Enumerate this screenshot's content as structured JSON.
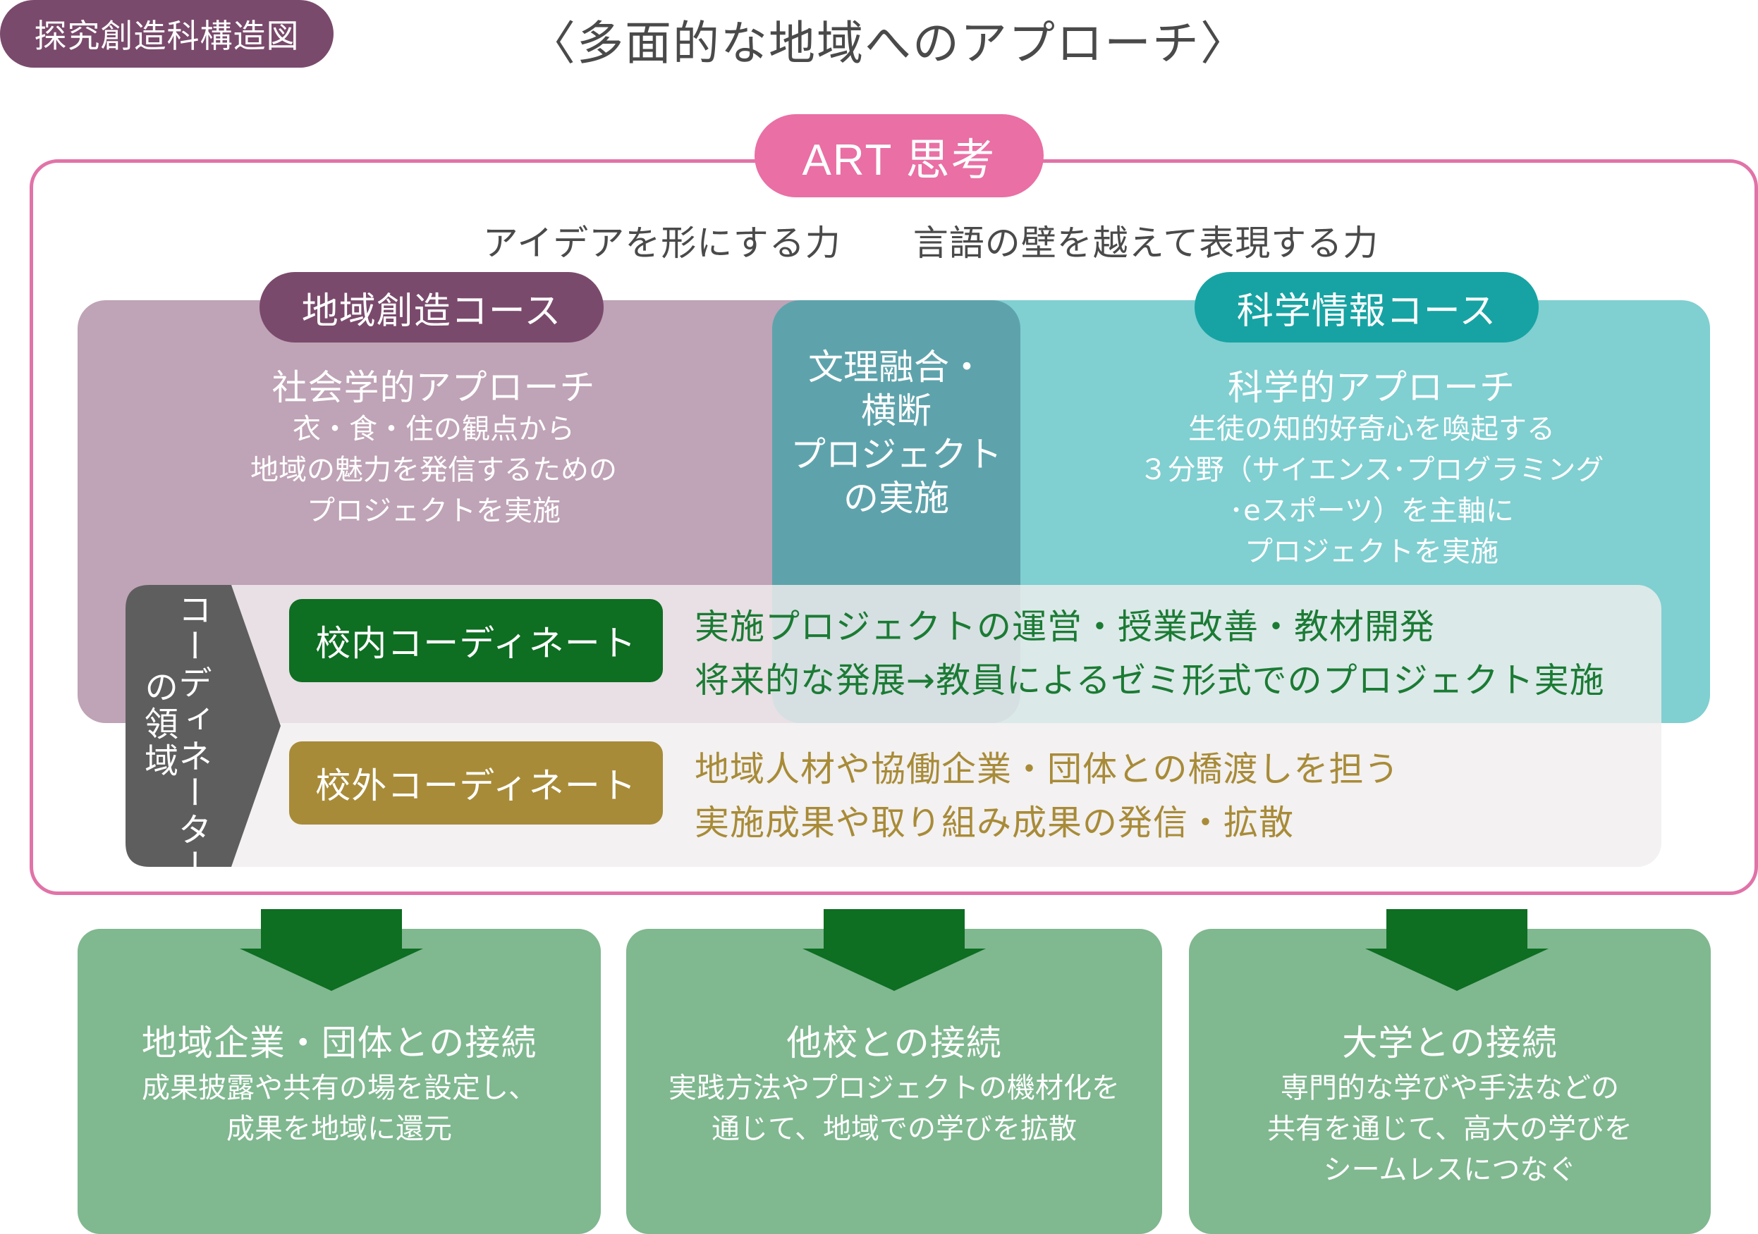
{
  "header": {
    "tag": "探究創造科構造図",
    "title": "〈多面的な地域へのアプローチ〉"
  },
  "art": {
    "badge": "ART 思考",
    "subtitle": "アイデアを形にする力　　言語の壁を越えて表現する力"
  },
  "left_course": {
    "badge": "地域創造コース",
    "heading": "社会学的アプローチ",
    "lines": [
      "衣・食・住の観点から",
      "地域の魅力を発信するための",
      "プロジェクトを実施"
    ]
  },
  "middle": {
    "lines": [
      "文理融合・",
      "横断",
      "プロジェクト",
      "の実施"
    ]
  },
  "right_course": {
    "badge": "科学情報コース",
    "heading": "科学的アプローチ",
    "lines": [
      "生徒の知的好奇心を喚起する",
      "３分野（サイエンス･プログラミング",
      "･eスポーツ）を主軸に",
      "プロジェクトを実施"
    ]
  },
  "coordinator": {
    "label_col1": "コーディネーター",
    "label_col2": "の領域",
    "inner": {
      "label": "校内コーディネート",
      "lines": [
        "実施プロジェクトの運営・授業改善・教材開発",
        "将来的な発展→教員によるゼミ形式でのプロジェクト実施"
      ]
    },
    "outer": {
      "label": "校外コーディネート",
      "lines": [
        "地域人材や協働企業・団体との橋渡しを担う",
        "実施成果や取り組み成果の発信・拡散"
      ]
    }
  },
  "outcomes": [
    {
      "title": "地域企業・団体との接続",
      "lines": [
        "成果披露や共有の場を設定し、",
        "成果を地域に還元"
      ]
    },
    {
      "title": "他校との接続",
      "lines": [
        "実践方法やプロジェクトの機材化を",
        "通じて、地域での学びを拡散"
      ]
    },
    {
      "title": "大学との接続",
      "lines": [
        "専門的な学びや手法などの",
        "共有を通じて、高大の学びを",
        "シームレスにつなぐ"
      ]
    }
  ],
  "colors": {
    "tag_purple": "#7a4a6c",
    "art_pink": "#e96fa4",
    "left_panel": "#bfa3b6",
    "right_panel": "#80cfd1",
    "right_badge": "#17a3a3",
    "overlap": "#5ea3ac",
    "coord_gray": "#5e5e5e",
    "inner_green": "#0e6e22",
    "outer_gold": "#a88b38",
    "bottom_green": "#80b890",
    "arrow_green": "#0e6e22"
  }
}
